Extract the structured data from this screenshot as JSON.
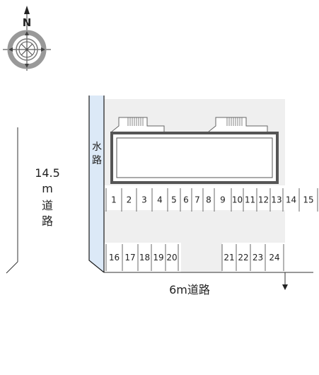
{
  "compass": {
    "north_label": "N"
  },
  "canal_label": [
    "水",
    "路"
  ],
  "left_road_label": [
    "14.5",
    "m",
    "道",
    "路"
  ],
  "bottom_road_label": "6m道路",
  "parking_top": [
    "1",
    "2",
    "3",
    "4",
    "5",
    "6",
    "7",
    "8",
    "9",
    "10",
    "11",
    "12",
    "13",
    "14",
    "15"
  ],
  "parking_bottom_left": [
    "16",
    "17",
    "18",
    "19",
    "20"
  ],
  "parking_bottom_right": [
    "21",
    "22",
    "23",
    "24"
  ],
  "colors": {
    "lot": "#efefef",
    "canal": "#dce9f7",
    "canal_edge": "#1a1a1a",
    "building": "#555555"
  }
}
